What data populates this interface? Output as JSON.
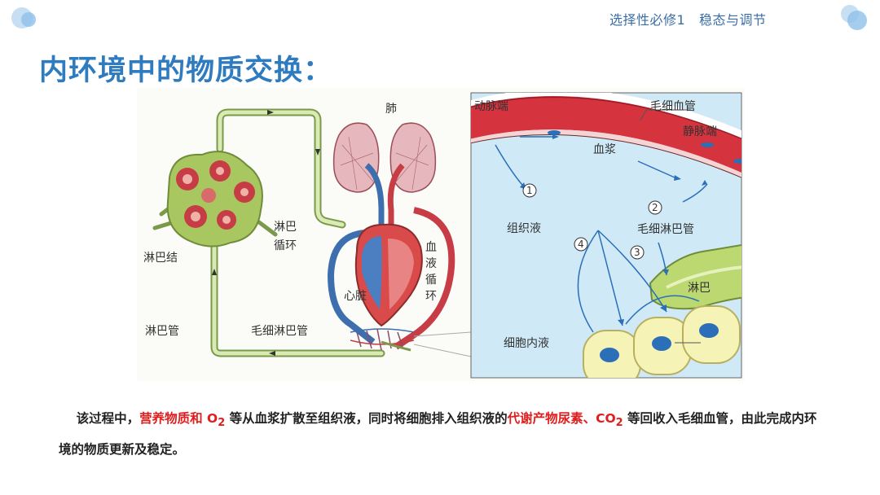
{
  "header": {
    "course_label": "选择性必修1   稳态与调节"
  },
  "title": "内环境中的物质交换：",
  "figure": {
    "labels": {
      "lung": "肺",
      "lymph_circulation_1": "淋巴",
      "lymph_circulation_2": "循环",
      "lymph_node": "淋巴结",
      "lymph_duct": "淋巴管",
      "lymph_capillary_left": "毛细淋巴管",
      "heart": "心脏",
      "blood_circulation_1": "血",
      "blood_circulation_2": "液",
      "blood_circulation_3": "循",
      "blood_circulation_4": "环",
      "arterial_end": "动脉端",
      "blood_capillary": "毛细血管",
      "venous_end": "静脉端",
      "plasma": "血浆",
      "tissue_fluid": "组织液",
      "lymph_capillary_right": "毛细淋巴管",
      "lymph": "淋巴",
      "intracellular_fluid": "细胞内液"
    },
    "markers": [
      "1",
      "2",
      "3",
      "4"
    ]
  },
  "caption": {
    "p1": "该过程中，",
    "p2": "营养物质和 O",
    "p2_sub": "2",
    "p3": " 等从血浆扩散至组织液，同时将细胞排入组织液的",
    "p4": "代谢产物尿素、CO",
    "p4_sub": "2",
    "p5": " 等回收入毛细血管，由此完成内环境的物质更新及稳定。"
  },
  "colors": {
    "title": "#2e7bbf",
    "highlight": "#e01e1e",
    "header": "#3a6ea5"
  }
}
